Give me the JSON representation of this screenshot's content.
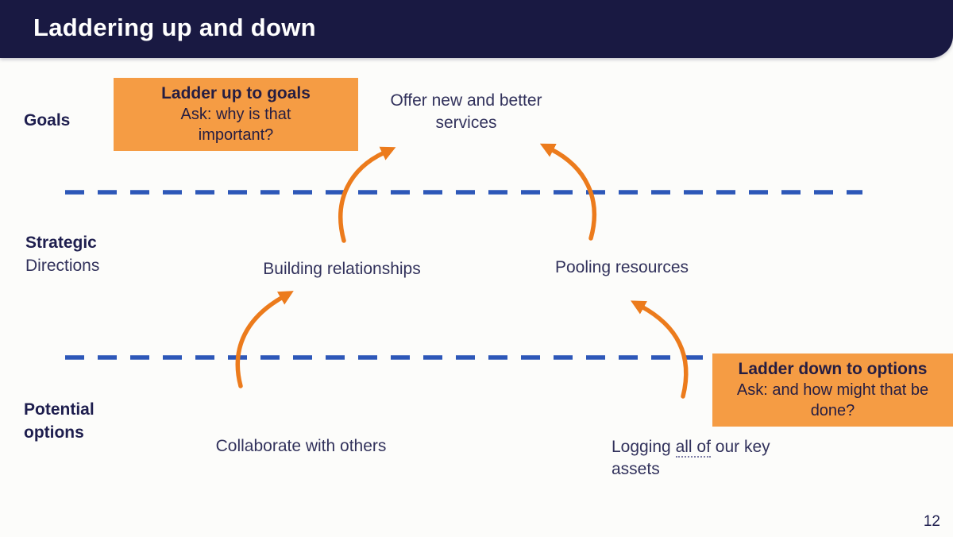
{
  "colors": {
    "header_navy": "#191942",
    "text_navy": "#32325C",
    "label_navy": "#1E1E4E",
    "callout_orange": "#F59C44",
    "arrow_orange": "#EC7B1C",
    "dash_blue": "#2D57B8"
  },
  "header": {
    "title": "Laddering up and down"
  },
  "row_labels": {
    "goals": "Goals",
    "strategic_line1": "Strategic",
    "strategic_line2": "Directions",
    "potential_line1": "Potential",
    "potential_line2": "options"
  },
  "callouts": {
    "ladder_up": {
      "heading": "Ladder up to goals",
      "body": "Ask: why is that important?"
    },
    "ladder_down": {
      "heading": "Ladder down to options",
      "body": "Ask: and how might that be done?"
    }
  },
  "nodes": {
    "goal": "Offer new and better services",
    "strategic_left": "Building relationships",
    "strategic_right": "Pooling resources",
    "option_left": "Collaborate with others",
    "option_right_prefix": "Logging ",
    "option_right_underlined": "all of",
    "option_right_suffix": " our key assets"
  },
  "footer": {
    "page_number": "12"
  }
}
